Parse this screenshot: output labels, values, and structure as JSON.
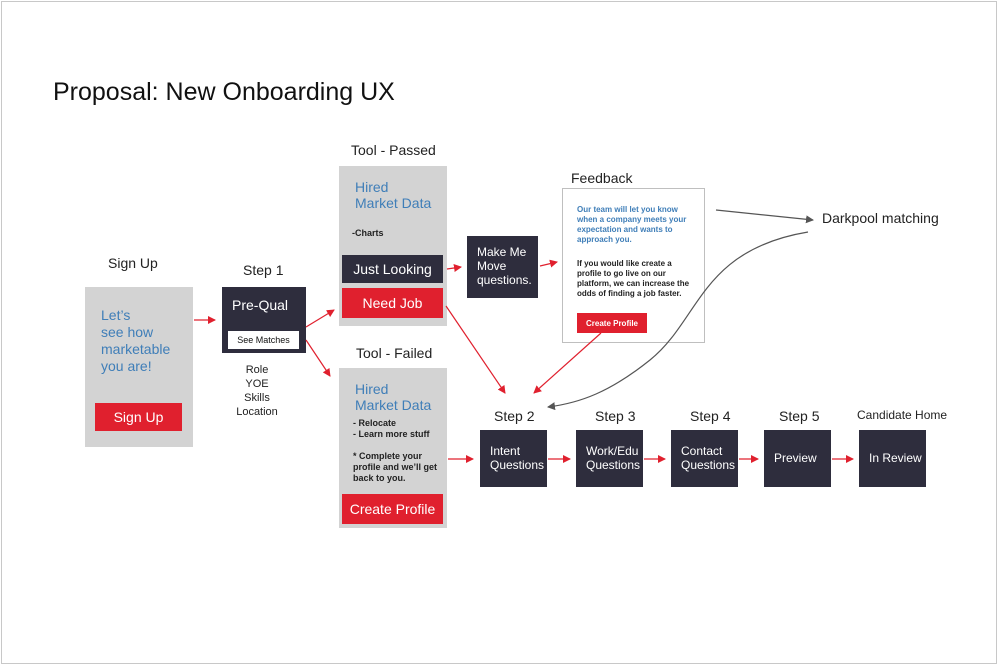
{
  "title": "Proposal:  New Onboarding UX",
  "signup": {
    "label": "Sign Up",
    "text_lines": [
      "Let’s",
      "see how",
      "marketable",
      "you are!"
    ],
    "button": "Sign Up"
  },
  "step1": {
    "label": "Step 1",
    "box": "Pre-Qual",
    "button": "See Matches",
    "attributes": [
      "Role",
      "YOE",
      "Skills",
      "Location"
    ]
  },
  "tool_passed": {
    "label": "Tool - Passed",
    "heading_lines": [
      "Hired",
      "Market Data"
    ],
    "note": "-Charts",
    "option_dark": "Just Looking",
    "option_red": "Need Job"
  },
  "tool_failed": {
    "label": "Tool - Failed",
    "heading_lines": [
      "Hired",
      "Market Data"
    ],
    "notes": [
      "- Relocate",
      "- Learn more stuff"
    ],
    "note2_lines": [
      "* Complete your",
      "profile and we’ll get",
      "back to you."
    ],
    "button": "Create Profile"
  },
  "make_me_move": {
    "lines": [
      "Make Me",
      "Move",
      "questions."
    ]
  },
  "feedback": {
    "label": "Feedback",
    "blue_lines": [
      "Our team will let you know",
      "when a company meets your",
      "expectation and wants to",
      "approach you."
    ],
    "dark_lines": [
      "If you would like create a",
      "profile to go live on our",
      "platform, we can increase the",
      "odds of finding a job faster."
    ],
    "button": "Create Profile"
  },
  "darkpool": {
    "label": "Darkpool matching"
  },
  "steps": [
    {
      "label": "Step 2",
      "lines": [
        "Intent",
        "Questions"
      ]
    },
    {
      "label": "Step 3",
      "lines": [
        "Work/Edu",
        "Questions"
      ]
    },
    {
      "label": "Step 4",
      "lines": [
        "Contact",
        "Questions"
      ]
    },
    {
      "label": "Step 5",
      "lines": [
        "Preview"
      ]
    },
    {
      "label": "Candidate Home",
      "lines": [
        "In Review"
      ]
    }
  ],
  "colors": {
    "arrow_red": "#e0202e",
    "arrow_gray": "#555555",
    "panel": "#d3d3d3",
    "dark": "#2e2d3d",
    "blue": "#3f7eb8"
  }
}
